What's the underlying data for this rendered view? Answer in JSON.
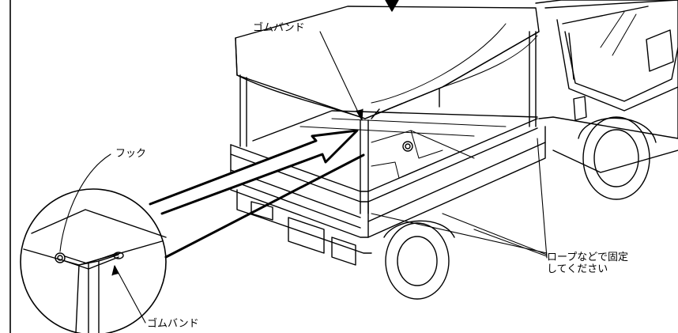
{
  "labels": {
    "rubber_band_top": "ゴムバンド",
    "hook": "フック",
    "rubber_band_bottom": "ゴムバンド",
    "rope_line1": "ロープなどで固定",
    "rope_line2": "してください"
  },
  "colors": {
    "line": "#000000",
    "background": "#ffffff"
  }
}
